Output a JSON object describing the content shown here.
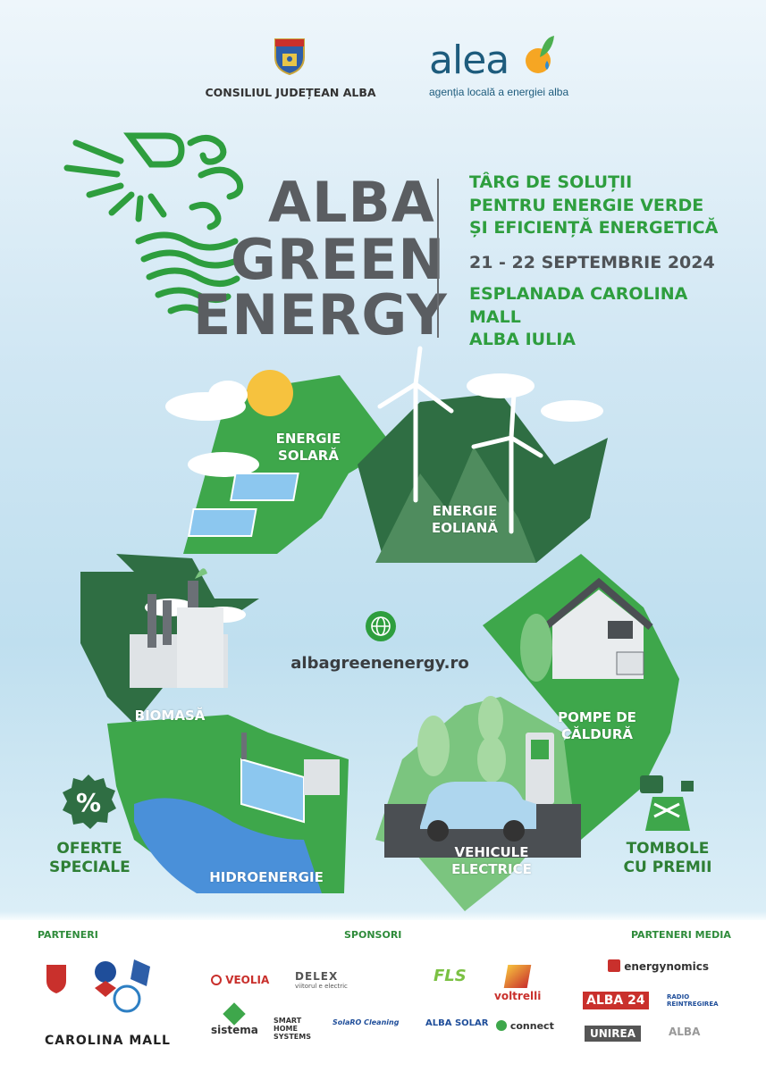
{
  "header": {
    "council_name": "CONSILIUL JUDEȚEAN ALBA",
    "alea_name": "alea",
    "alea_tagline": "agenția locală a energiei alba"
  },
  "title": {
    "line1": "ALBA",
    "line2": "GREEN",
    "line3": "ENERGY"
  },
  "event": {
    "line1": "TÂRG DE SOLUȚII",
    "line2": "PENTRU ENERGIE VERDE",
    "line3": "ȘI EFICIENȚĂ ENERGETICĂ",
    "dates": "21 - 22 SEPTEMBRIE 2024",
    "venue1": "ESPLANADA CAROLINA MALL",
    "venue2": "ALBA IULIA"
  },
  "topics": {
    "solar": "ENERGIE SOLARĂ",
    "wind": "ENERGIE EOLIANĂ",
    "biomass": "BIOMASĂ",
    "heat_pumps": "POMPE DE CĂLDURĂ",
    "hydro": "HIDROENERGIE",
    "ev": "VEHICULE ELECTRICE"
  },
  "website": "albagreenenergy.ro",
  "extras": {
    "offers": "OFERTE SPECIALE",
    "raffles": "TOMBOLE CU PREMII"
  },
  "footer": {
    "partners_heading": "PARTENERI",
    "sponsors_heading": "SPONSORI",
    "media_heading": "PARTENERI MEDIA",
    "partners": [
      "CAROLINA MALL"
    ],
    "sponsors": [
      "VEOLIA",
      "DELEX",
      "viitorul e electric",
      "FLS",
      "voltrelli",
      "sistema",
      "SMART HOME SYSTEMS",
      "SolaRO Cleaning",
      "ALBA SOLAR",
      "connect"
    ],
    "media": [
      "energynomics",
      "ALBA 24",
      "RADIO REINTREGIREA",
      "UNIREA",
      "ALBA"
    ]
  },
  "colors": {
    "green": "#2e9e3e",
    "dark_green": "#2f6e43",
    "grey_title": "#5a5d61"
  }
}
